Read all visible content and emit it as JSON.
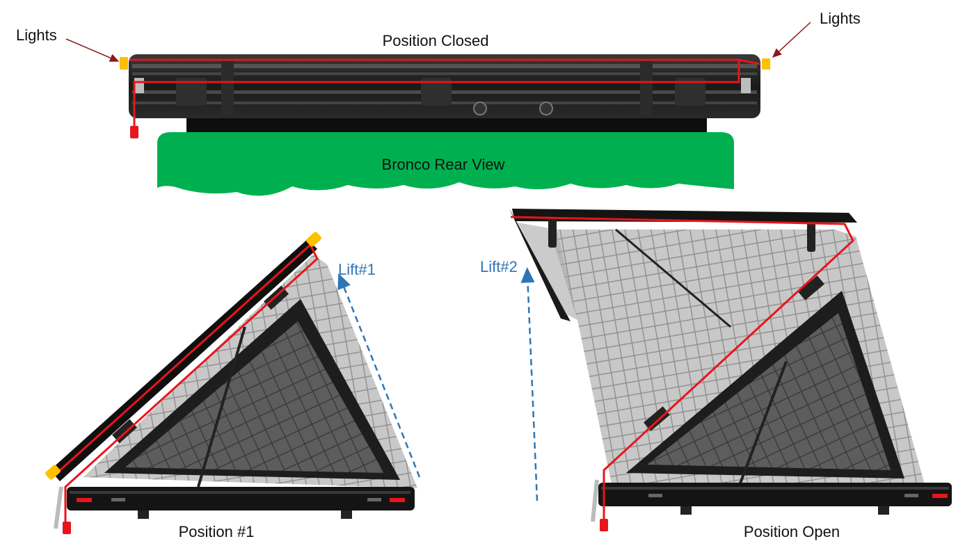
{
  "labels": {
    "lights_left": "Lights",
    "lights_right": "Lights",
    "position_closed": "Position Closed",
    "bronco_rear_view": "Bronco Rear View",
    "lift_1": "Lift#1",
    "lift_2": "Lift#2",
    "position_1": "Position #1",
    "position_open": "Position Open"
  },
  "colors": {
    "wire": "#e8151b",
    "light": "#ffc000",
    "vehicle": "#00b050",
    "lift_arrow": "#2e75b6",
    "arrow_lights": "#8b1a1a",
    "tent_dark": "#1c1c1c"
  }
}
